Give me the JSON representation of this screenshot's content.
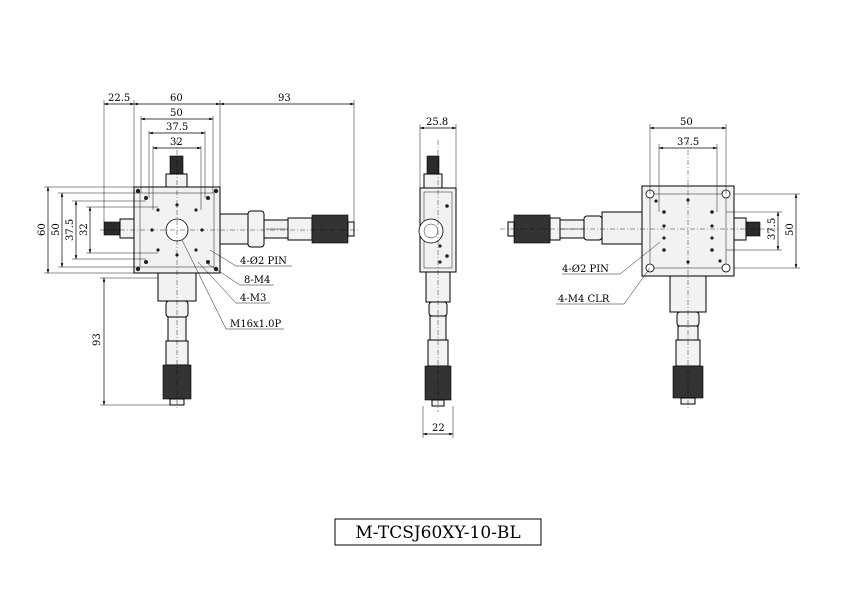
{
  "title": "M-TCSJ60XY-10-BL",
  "front_view": {
    "top_dims": [
      "22.5",
      "60",
      "50",
      "37.5",
      "32",
      "93"
    ],
    "left_dims": [
      "60",
      "50",
      "37.5",
      "32"
    ],
    "bottom_dim": "93",
    "callouts": [
      "4-Ø2 PIN",
      "8-M4",
      "4-M3",
      "M16x1.0P"
    ]
  },
  "side_view": {
    "top_dim": "25.8",
    "bottom_dim": "22"
  },
  "back_view": {
    "top_dims": [
      "50",
      "37.5"
    ],
    "right_dims": [
      "37.5",
      "50"
    ],
    "callouts": [
      "4-Ø2 PIN",
      "4-M4 CLR"
    ]
  }
}
